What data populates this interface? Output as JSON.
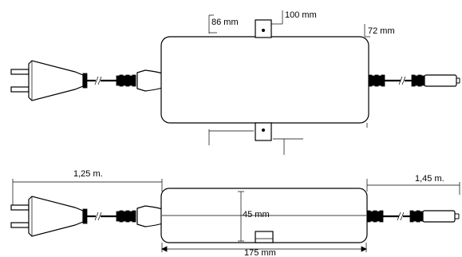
{
  "top_view": {
    "dim_left": "86 mm",
    "dim_mid": "100 mm",
    "dim_right": "72 mm"
  },
  "bottom_view": {
    "cable_left": "1,25 m.",
    "cable_right": "1,45 m.",
    "height": "45 mm",
    "length": "175 mm"
  }
}
